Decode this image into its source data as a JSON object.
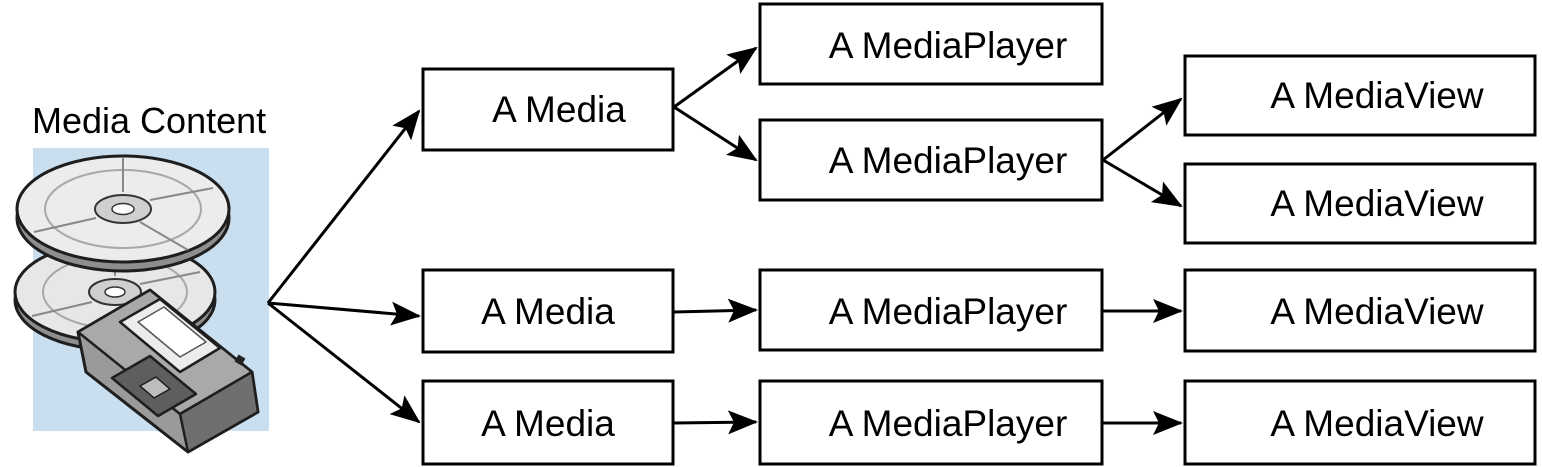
{
  "source": {
    "title": "Media Content",
    "icon": "cd-and-floppy-disk-icon"
  },
  "medias": [
    {
      "label": "A Media"
    },
    {
      "label": "A Media"
    },
    {
      "label": "A Media"
    }
  ],
  "players": [
    {
      "label": "A MediaPlayer"
    },
    {
      "label": "A MediaPlayer"
    },
    {
      "label": "A MediaPlayer"
    },
    {
      "label": "A MediaPlayer"
    }
  ],
  "views": [
    {
      "label": "A MediaView"
    },
    {
      "label": "A MediaView"
    },
    {
      "label": "A MediaView"
    },
    {
      "label": "A MediaView"
    }
  ],
  "colors": {
    "icon_background": "#c9dff0",
    "stroke": "#000000",
    "disk_gray": "#9a9a9a"
  }
}
